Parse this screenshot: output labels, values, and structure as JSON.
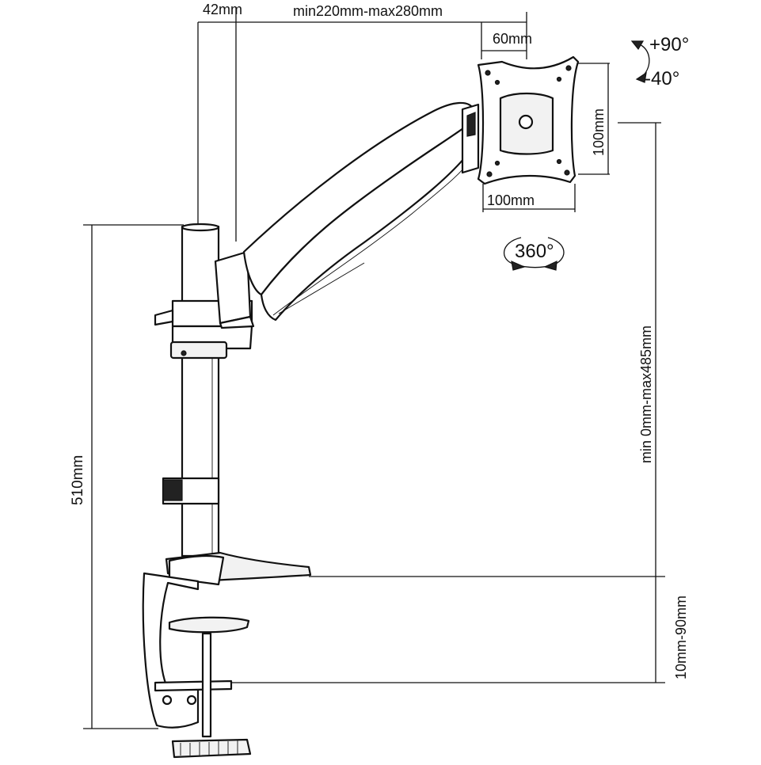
{
  "dimensions": {
    "arm_offset": "42mm",
    "arm_reach": "min220mm-max280mm",
    "head_offset": "60mm",
    "vesa_height": "100mm",
    "vesa_width": "100mm",
    "pole_height": "510mm",
    "height_range": "min 0mm-max485mm",
    "clamp_range": "10mm-90mm"
  },
  "rotation": {
    "tilt_up": "+90°",
    "tilt_down": "-40°",
    "swivel": "360°"
  },
  "colors": {
    "line": "#111111",
    "background": "#ffffff"
  }
}
